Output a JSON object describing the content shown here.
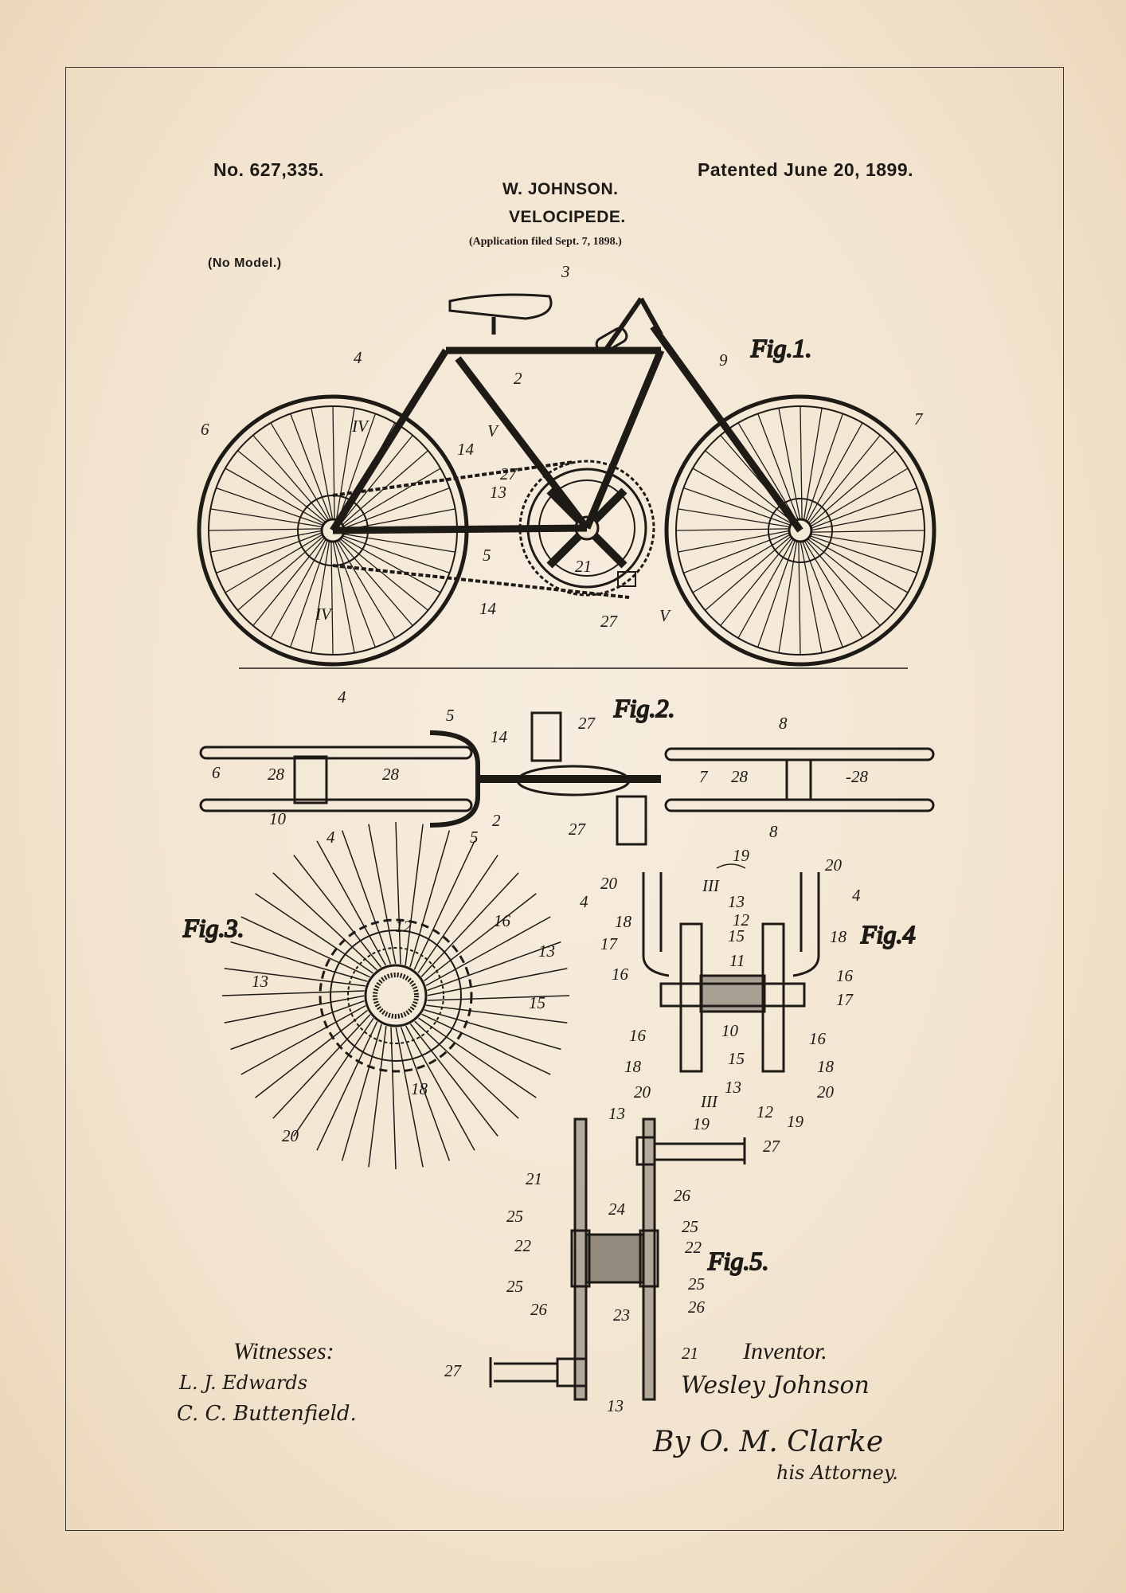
{
  "header": {
    "patent_number": "No. 627,335.",
    "patent_date": "Patented June 20, 1899.",
    "inventor_name": "W. JOHNSON.",
    "title": "VELOCIPEDE.",
    "application": "(Application filed Sept. 7, 1898.)",
    "model_note": "(No Model.)"
  },
  "figures": {
    "fig1": {
      "label": "Fig.1.",
      "callouts": [
        "3",
        "4",
        "2",
        "9",
        "7",
        "6",
        "IV",
        "V",
        "14",
        "27",
        "13",
        "5",
        "21",
        "IV",
        "14",
        "27",
        "V"
      ]
    },
    "fig2": {
      "label": "Fig.2.",
      "callouts": [
        "4",
        "5",
        "14",
        "27",
        "8",
        "6",
        "28",
        "28",
        "7",
        "28",
        "-28",
        "10",
        "4",
        "5",
        "2",
        "27",
        "8"
      ]
    },
    "fig3": {
      "label": "Fig.3.",
      "callouts": [
        "12",
        "16",
        "13",
        "13",
        "15",
        "18",
        "20"
      ]
    },
    "fig4": {
      "label": "Fig.4",
      "callouts": [
        "19",
        "20",
        "20",
        "III",
        "4",
        "13",
        "4",
        "12",
        "18",
        "15",
        "18",
        "17",
        "11",
        "16",
        "16",
        "17",
        "16",
        "10",
        "16",
        "15",
        "18",
        "18",
        "13",
        "20",
        "20",
        "III",
        "12",
        "19",
        "19"
      ]
    },
    "fig5": {
      "label": "Fig.5.",
      "callouts": [
        "13",
        "27",
        "21",
        "26",
        "24",
        "25",
        "25",
        "22",
        "22",
        "25",
        "25",
        "26",
        "23",
        "26",
        "21",
        "27",
        "13"
      ]
    }
  },
  "footer": {
    "witnesses_label": "Witnesses:",
    "witness_1": "L. J. Edwards",
    "witness_2": "C. C. Buttenfield.",
    "inventor_label": "Inventor.",
    "inventor_signature": "Wesley Johnson",
    "attorney_signature": "By O. M. Clarke",
    "attorney_title": "his Attorney."
  },
  "colors": {
    "paper": "#f3e6d2",
    "ink": "#1e1a16"
  }
}
